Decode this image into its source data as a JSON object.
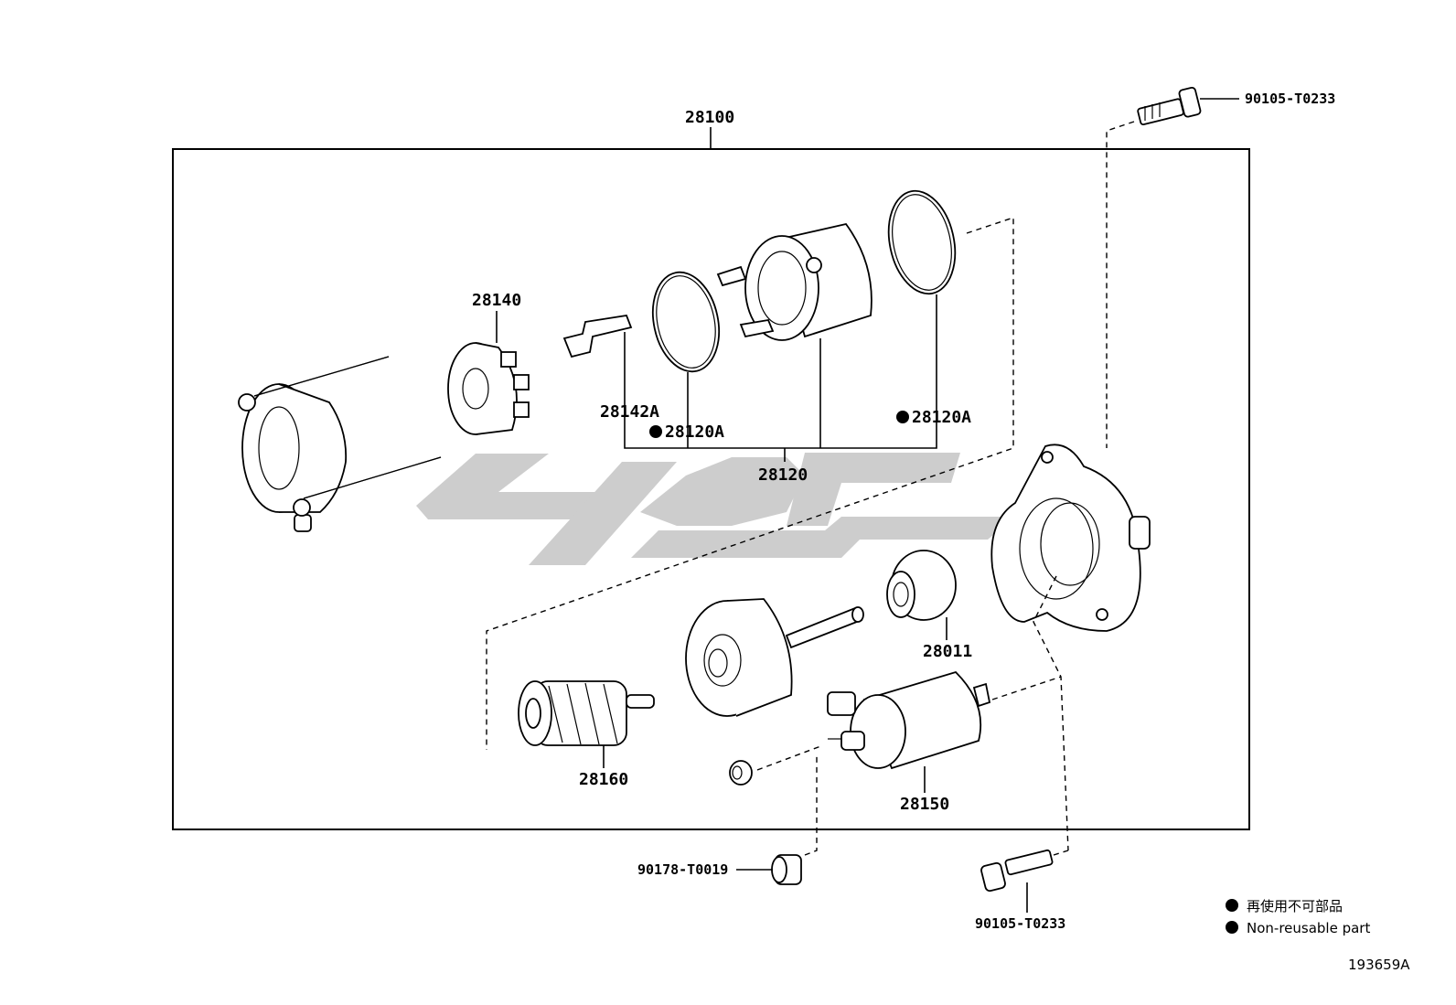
{
  "labels": {
    "assembly": "28100",
    "brush_holder": "28140",
    "brush_spring": "28142A",
    "o_ring_left": "28120A",
    "o_ring_right": "28120A",
    "yoke": "28120",
    "clutch": "28011",
    "armature": "28160",
    "solenoid": "28150",
    "bolt_top": "90105-T0233",
    "bolt_bottom": "90105-T0233",
    "nut": "90178-T0019"
  },
  "legend": {
    "jp": "再使用不可部品",
    "en": "Non-reusable part"
  },
  "diagram_id": "193659A",
  "watermark_color": "#c8c8c8"
}
